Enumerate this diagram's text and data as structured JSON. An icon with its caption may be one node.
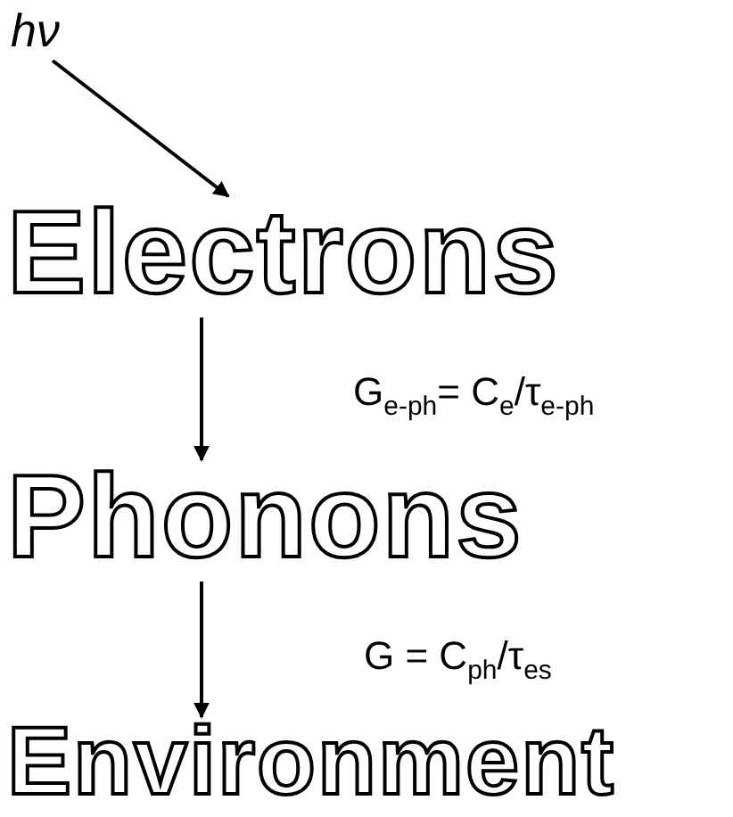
{
  "diagram": {
    "nodes": [
      {
        "text": [
          "hν"
        ]
      },
      {
        "text": [
          "Electrons"
        ]
      },
      {
        "text": [
          "Phonons"
        ]
      },
      {
        "text": [
          "Environment"
        ]
      }
    ],
    "edges": [
      {
        "from": 0,
        "to": 1,
        "arrow": "to"
      },
      {
        "from": 1,
        "to": 2,
        "arrow": "to",
        "label": "G$_{e-ph}$= C$_{e}$/τ$_{e-ph}$"
      },
      {
        "from": 2,
        "to": 3,
        "arrow": "to",
        "label": "G = C$_{ph}$/τ$_{es}$"
      }
    ]
  }
}
